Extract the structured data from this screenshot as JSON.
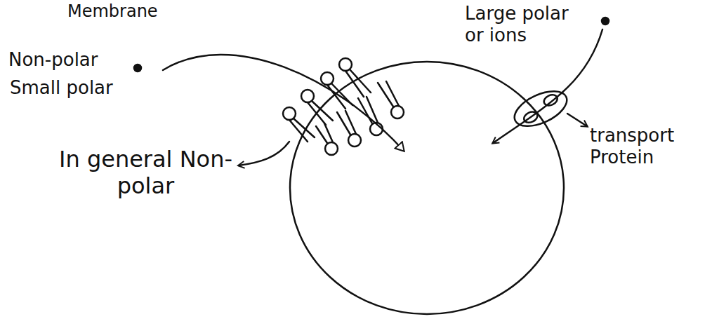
{
  "diagram": {
    "labels": [
      "Membrane",
      "Non-polar",
      "Small polar",
      "Large polar or ions",
      "In general Non-polar",
      "transport Protein"
    ]
  }
}
